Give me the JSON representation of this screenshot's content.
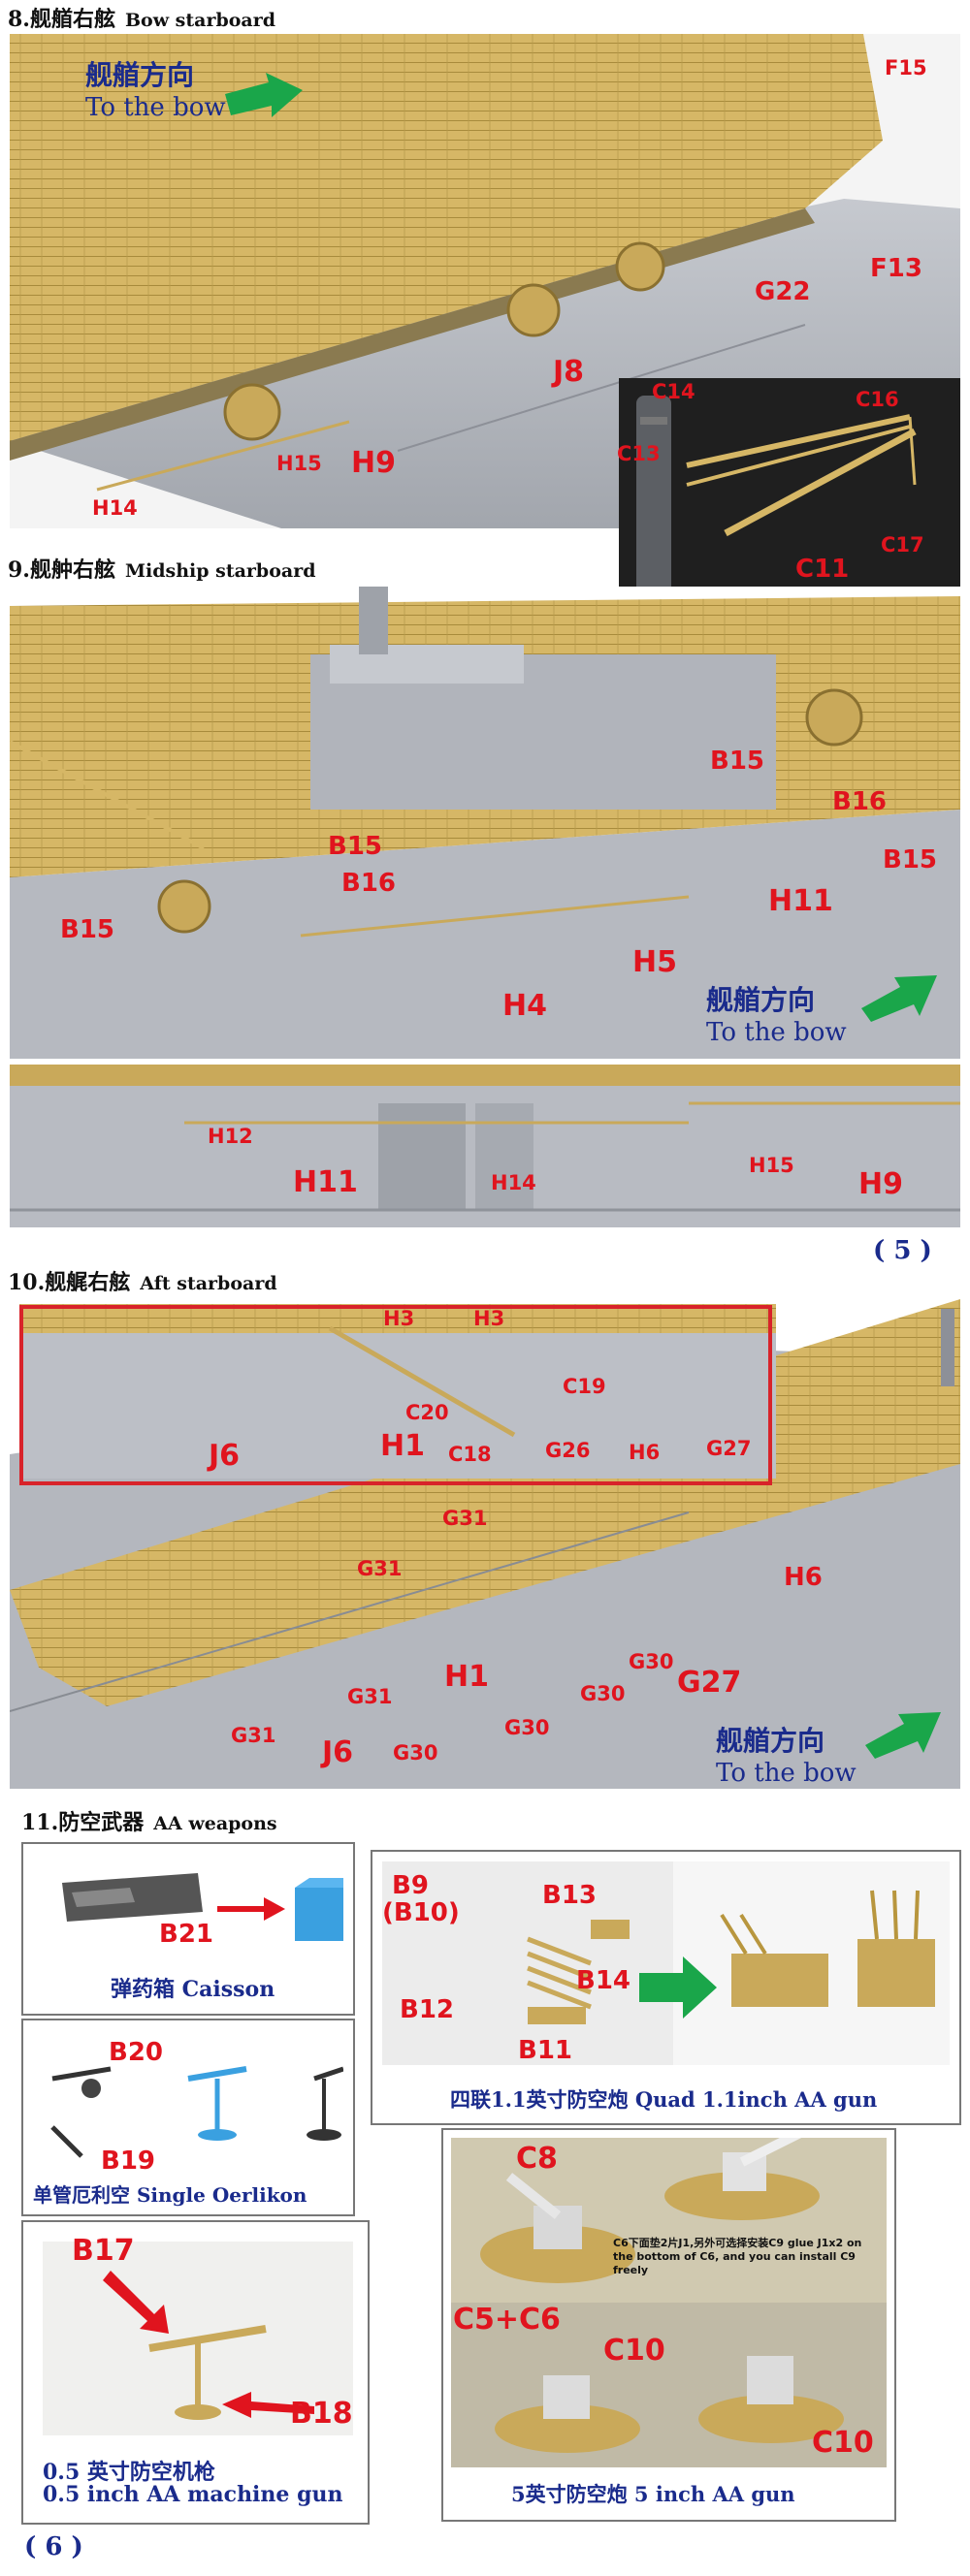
{
  "sections": {
    "s8": {
      "title": "8.舰艏右舷",
      "title_en": "Bow starboard"
    },
    "s9": {
      "title": "9.舰舯右舷",
      "title_en": "Midship starboard"
    },
    "s10": {
      "title": "10.舰艉右舷",
      "title_en": "Aft starboard"
    },
    "s11": {
      "title": "11.防空武器",
      "title_en": "AA weapons"
    }
  },
  "direction": {
    "zh": "舰艏方向",
    "en": "To the bow"
  },
  "pages": {
    "p5": "( 5 )",
    "p6": "( 6 )"
  },
  "s8_labels": {
    "F15": "F15",
    "G22": "G22",
    "F13": "F13",
    "J8": "J8",
    "H9": "H9",
    "H15": "H15",
    "H14": "H14",
    "C14": "C14",
    "C16": "C16",
    "C13": "C13",
    "C11": "C11",
    "C17": "C17"
  },
  "s9_labels": {
    "B15a": "B15",
    "B16a": "B16",
    "B15b": "B15",
    "B15c": "B15",
    "B16b": "B16",
    "B15d": "B15",
    "H11": "H11",
    "H5": "H5",
    "H4": "H4",
    "H12": "H12",
    "H11b": "H11",
    "H14": "H14",
    "H15": "H15",
    "H9": "H9"
  },
  "s10_labels": {
    "H3a": "H3",
    "H3b": "H3",
    "C19": "C19",
    "C20": "C20",
    "J6": "J6",
    "H1": "H1",
    "C18": "C18",
    "G26": "G26",
    "H6": "H6",
    "G27": "G27",
    "H6b": "H6",
    "G31a": "G31",
    "G31b": "G31",
    "G31c": "G31",
    "G31d": "G31",
    "H1b": "H1",
    "J6b": "J6",
    "G30a": "G30",
    "G30b": "G30",
    "G30c": "G30",
    "G30d": "G30",
    "G27b": "G27"
  },
  "aa": {
    "caisson": {
      "label": "B21",
      "caption": "弹药箱 Caisson"
    },
    "oerlikon": {
      "B20": "B20",
      "B19": "B19",
      "caption": "单管厄利空 Single Oerlikon"
    },
    "mg": {
      "B17": "B17",
      "B18": "B18",
      "caption_zh": "0.5 英寸防空机枪",
      "caption_en": "0.5 inch AA machine gun"
    },
    "quad": {
      "B9": "B9",
      "B10": "(B10)",
      "B13": "B13",
      "B12": "B12",
      "B14": "B14",
      "B11": "B11",
      "caption": "四联1.1英寸防空炮 Quad 1.1inch AA gun"
    },
    "five": {
      "C8": "C8",
      "C5C6": "C5+C6",
      "C10a": "C10",
      "C10b": "C10",
      "note": "C6下面垫2片J1,另外可选择安装C9 glue J1x2 on the bottom of C6, and you can install C9 freely",
      "caption": "5英寸防空炮 5 inch AA gun"
    }
  },
  "colors": {
    "label_red": "#e0141e",
    "brand_blue": "#1a2b8c",
    "arrow_green": "#1aa64a",
    "deck": "#d8b86a",
    "hull": "#b9bcc3"
  }
}
